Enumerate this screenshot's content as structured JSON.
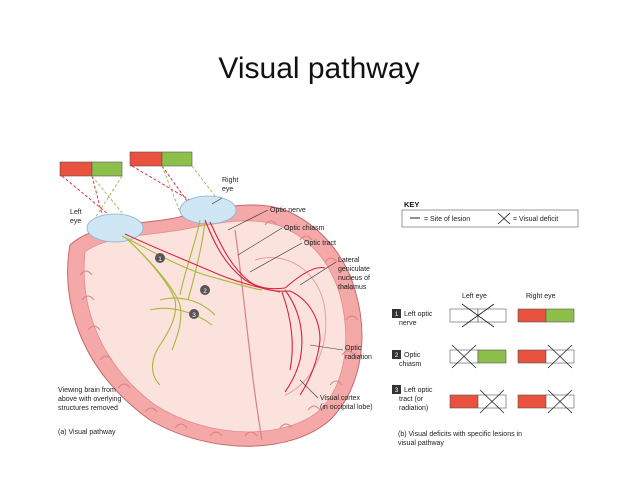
{
  "title": "Visual pathway",
  "labels": {
    "right_eye": [
      "Right",
      "eye"
    ],
    "left_eye": [
      "Left",
      "eye"
    ],
    "optic_nerve": "Optic nerve",
    "optic_chiasm": "Optic chiasm",
    "optic_tract": "Optic tract",
    "lgn": [
      "Lateral",
      "geniculate",
      "nucleus of",
      "thalamus"
    ],
    "optic_radiation": [
      "Optic",
      "radiation"
    ],
    "visual_cortex": [
      "Visual cortex",
      "(in occipital lobe)"
    ],
    "viewing_note": [
      "Viewing brain from",
      "above with overlying",
      "structures removed"
    ],
    "caption_a": "(a)  Visual pathway",
    "caption_b": [
      "(b)  Visual deficits with specific lesions in",
      "visual pathway"
    ],
    "markers": [
      "1",
      "2",
      "3"
    ]
  },
  "key": {
    "title": "KEY",
    "lesion": "= Site of lesion",
    "deficit": "= Visual deficit"
  },
  "table": {
    "col_left": "Left eye",
    "col_right": "Right eye",
    "rows": [
      {
        "num": "1",
        "label": [
          "Left optic",
          "nerve"
        ]
      },
      {
        "num": "2",
        "label": [
          "Optic",
          "chiasm"
        ]
      },
      {
        "num": "3",
        "label": [
          "Left optic",
          "tract (or",
          "radiation)"
        ]
      }
    ]
  },
  "colors": {
    "temporal_field": "#e8523f",
    "nasal_field": "#8cc04b",
    "brain_outer": "#f4a8a8",
    "brain_inner": "#fbe2dc",
    "pathway_red": "#d8223a",
    "pathway_green": "#a8b83a",
    "eye_blue": "#cfe6f5"
  }
}
